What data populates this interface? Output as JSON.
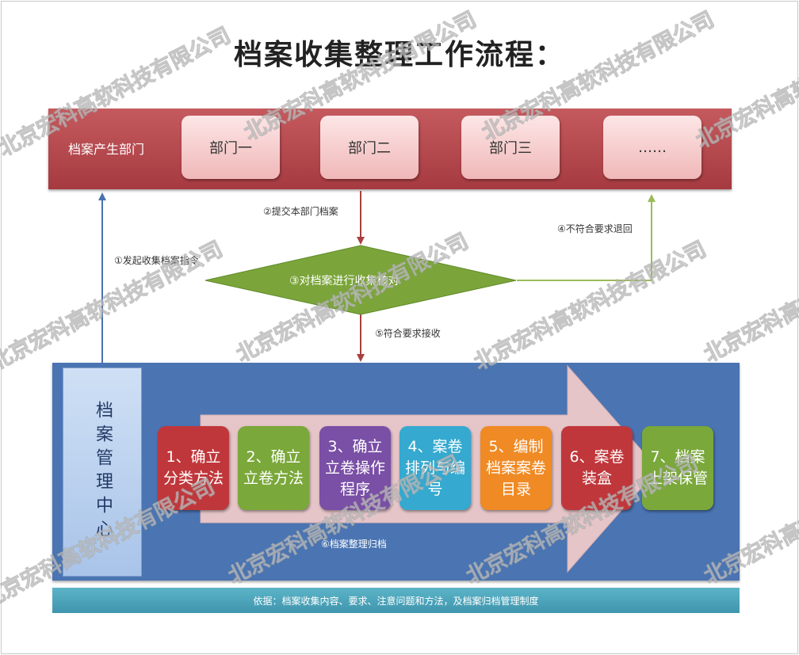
{
  "title": "档案收集整理工作流程：",
  "departments": {
    "label": "档案产生部门",
    "items": [
      "部门一",
      "部门二",
      "部门三",
      "……"
    ]
  },
  "flow": {
    "step1": "①发起收集档案指令",
    "step2": "②提交本部门档案",
    "step3": "③对档案进行收集核对",
    "step4": "④不符合要求退回",
    "step5": "⑤符合要求接收",
    "step6": "⑥档案整理归档"
  },
  "center": {
    "label": "档案管理中心"
  },
  "steps": [
    {
      "text": "1、确立分类方法",
      "color": "#c0373b"
    },
    {
      "text": "2、确立立卷方法",
      "color": "#7aa83a"
    },
    {
      "text": "3、确立立卷操作程序",
      "color": "#7a4fa6"
    },
    {
      "text": "4、案卷排列与编号",
      "color": "#35a9cf"
    },
    {
      "text": "5、编制档案案卷目录",
      "color": "#f08a24"
    },
    {
      "text": "6、案卷装盒",
      "color": "#c0373b"
    },
    {
      "text": "7、档案上架保管",
      "color": "#7aa83a"
    }
  ],
  "basis": "依据：档案收集内容、要求、注意问题和方法，及档案归档管理制度",
  "watermark": "北京宏科高软科技有限公司",
  "colors": {
    "dept_band": "#b4454a",
    "center_band": "#4a74b2",
    "diamond": "#7ba53a",
    "basis_band": "#4aa4bb",
    "arrow_blue": "#4a72b0",
    "arrow_red": "#a8403f",
    "arrow_green": "#9bbb59"
  }
}
